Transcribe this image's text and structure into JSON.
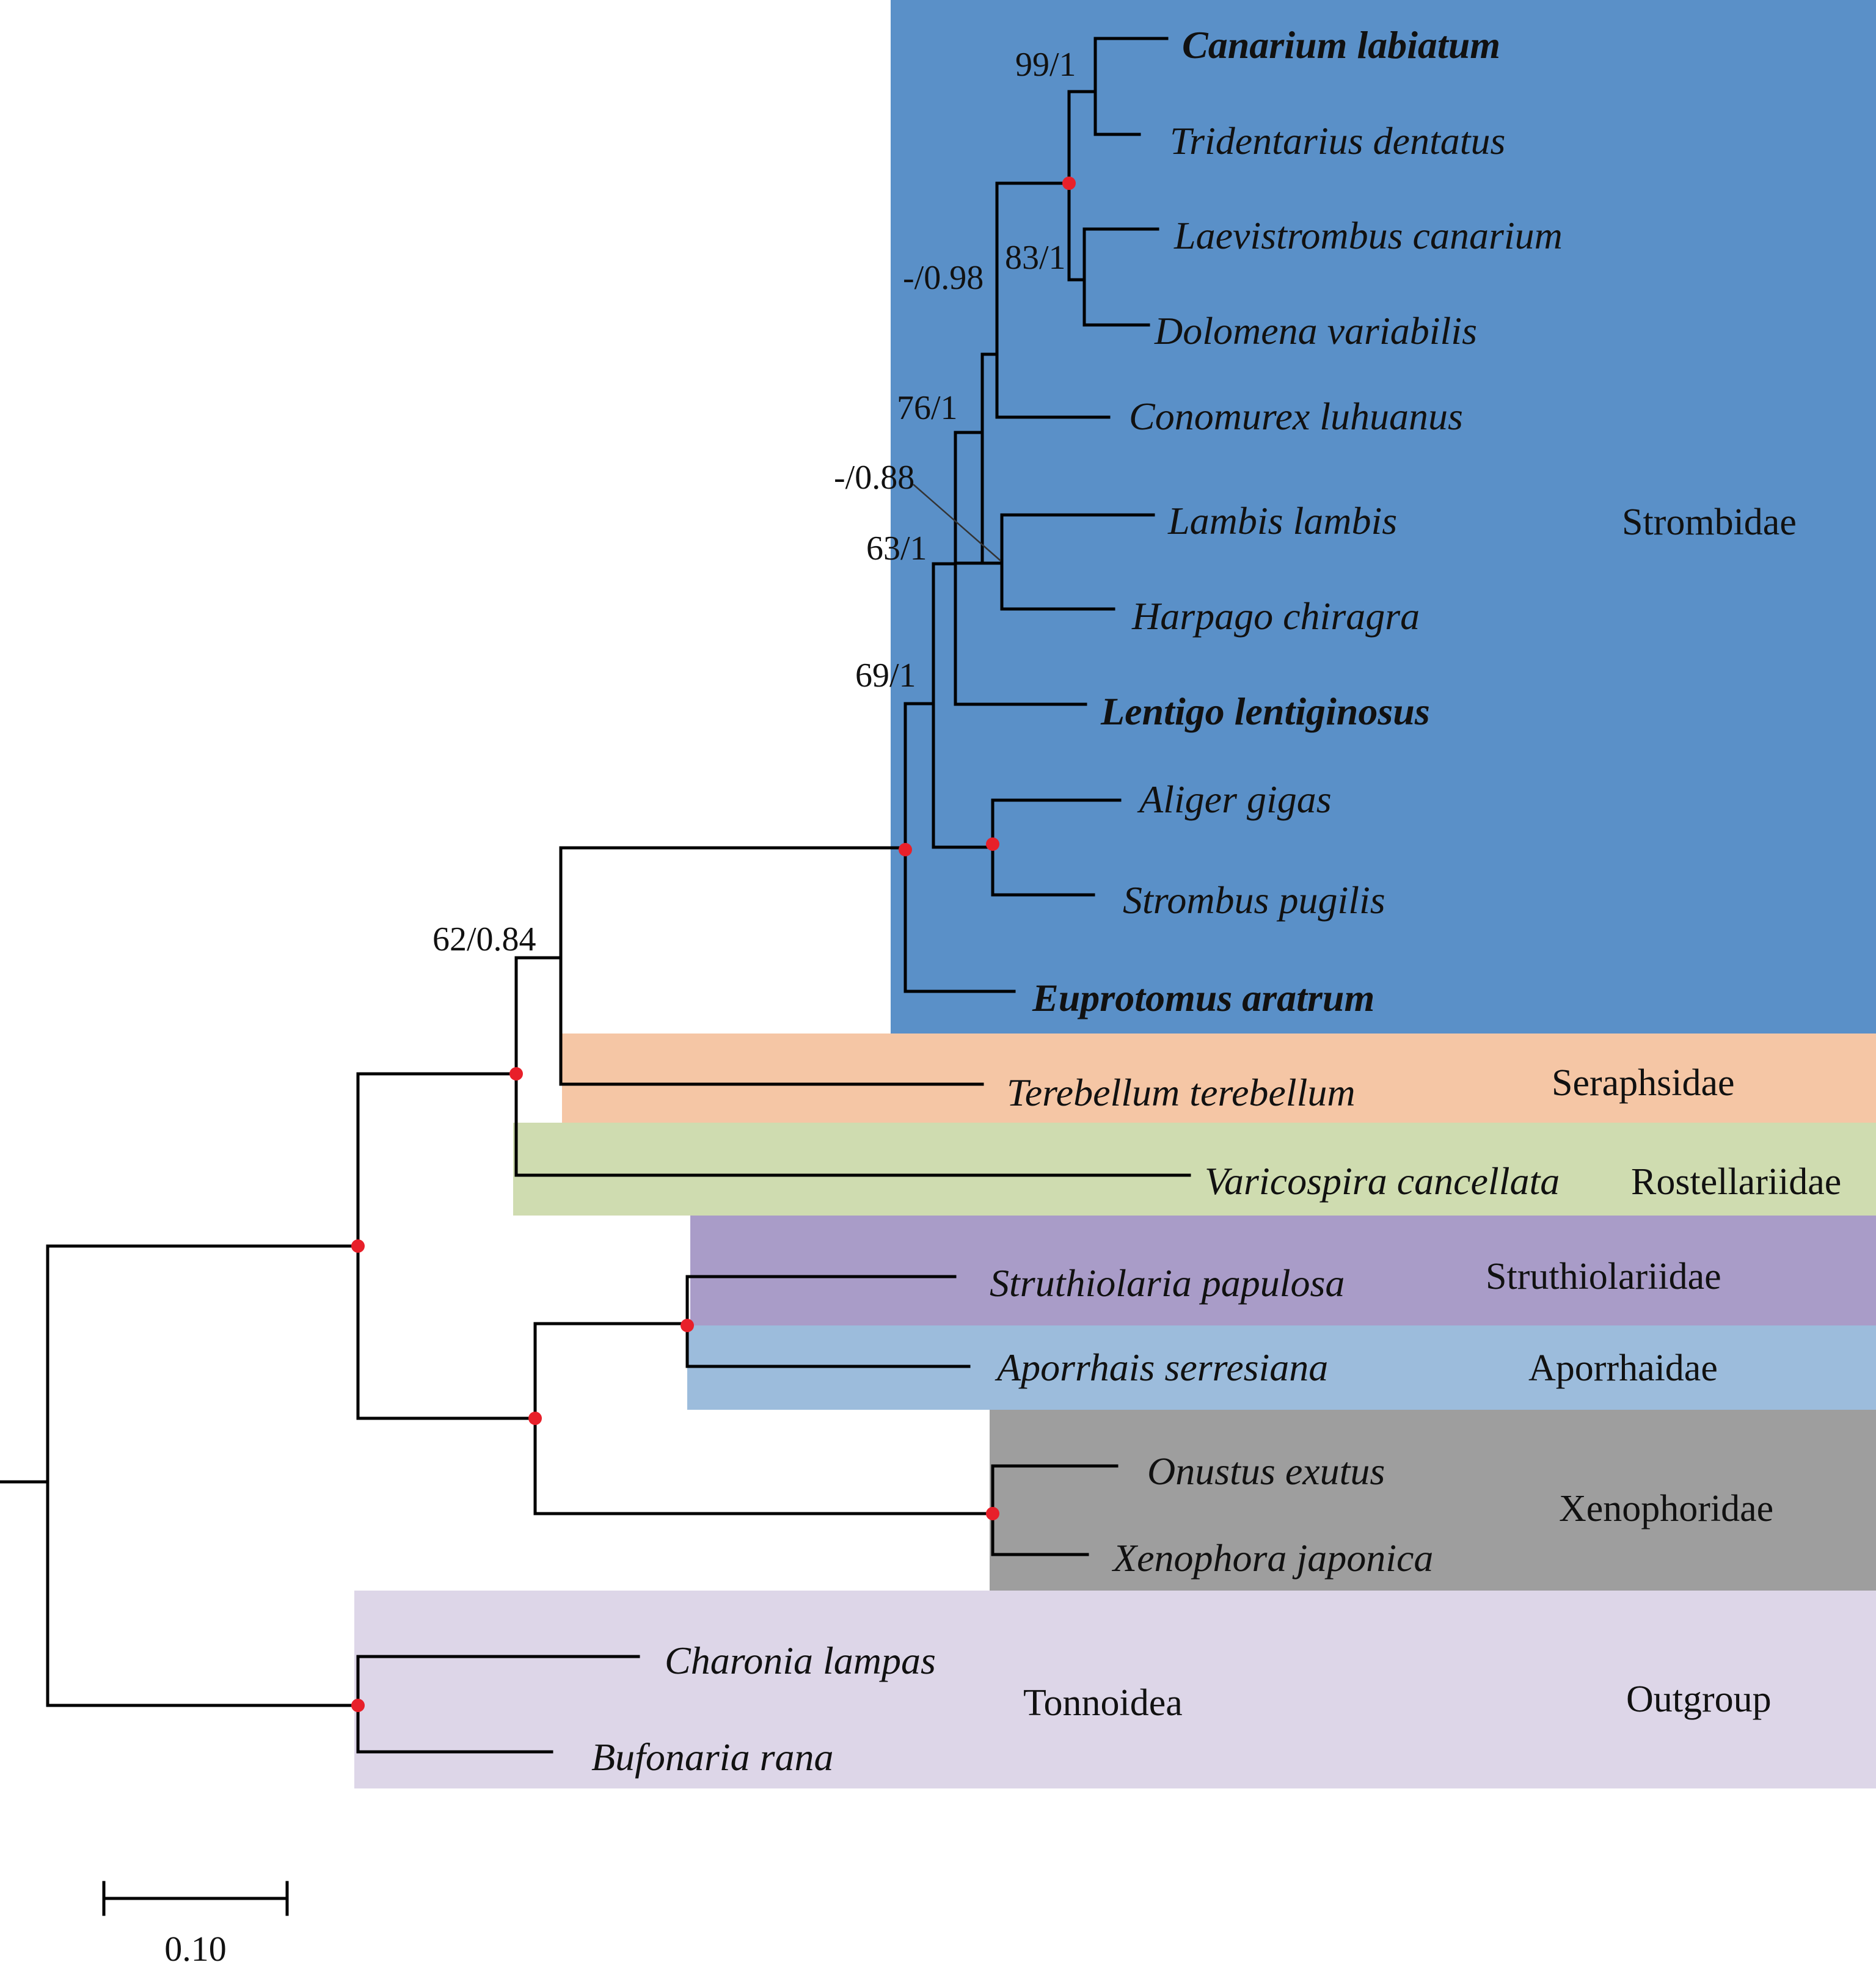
{
  "colors": {
    "strombidae": "#5a90c8",
    "seraphsidae": "#f5c6a5",
    "rostellariidae": "#cfdcb0",
    "struthiolariidae": "#a99cc8",
    "aporrhaidae": "#9cbcdc",
    "xenophoridae": "#9e9e9e",
    "outgroup": "#ddd6e8",
    "node_marker": "#e8202a"
  },
  "taxa": {
    "canarium_labiatum": "Canarium labiatum",
    "tridentarius_dentatus": "Tridentarius dentatus",
    "laevistrombus_canarium": "Laevistrombus canarium",
    "dolomena_variabilis": "Dolomena variabilis",
    "conomurex_luhuanus": "Conomurex luhuanus",
    "lambis_lambis": "Lambis lambis",
    "harpago_chiragra": "Harpago chiragra",
    "lentigo_lentiginosus": "Lentigo lentiginosus",
    "aliger_gigas": "Aliger gigas",
    "strombus_pugilis": "Strombus pugilis",
    "euprotomus_aratrum": "Euprotomus aratrum",
    "terebellum_terebellum": "Terebellum terebellum",
    "varicospira_cancellata": "Varicospira cancellata",
    "struthiolaria_papulosa": "Struthiolaria papulosa",
    "aporrhais_serresiana": "Aporrhais serresiana",
    "onustus_exutus": "Onustus exutus",
    "xenophora_japonica": "Xenophora japonica",
    "charonia_lampas": "Charonia lampas",
    "bufonaria_rana": "Bufonaria rana"
  },
  "clades": {
    "strombidae": "Strombidae",
    "seraphsidae": "Seraphsidae",
    "rostellariidae": "Rostellariidae",
    "struthiolariidae": "Struthiolariidae",
    "aporrhaidae": "Aporrhaidae",
    "xenophoridae": "Xenophoridae",
    "tonnoidea": "Tonnoidea",
    "outgroup": "Outgroup"
  },
  "support": {
    "s99": "99/1",
    "s83": "83/1",
    "s098": "-/0.98",
    "s76": "76/1",
    "s088": "-/0.88",
    "s63": "63/1",
    "s69": "69/1",
    "s62": "62/0.84"
  },
  "scale": {
    "value": "0.10"
  }
}
